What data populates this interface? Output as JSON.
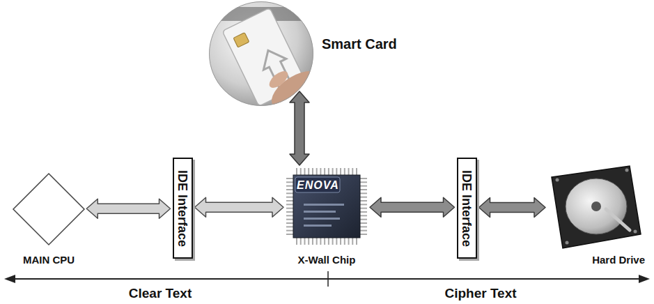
{
  "diagram": {
    "nodes": [
      {
        "text": [
          "Smart Card"
        ]
      },
      {
        "text": [
          "MAIN CPU"
        ]
      },
      {
        "text": [
          "IDE Interface"
        ]
      },
      {
        "text": [
          "X-Wall Chip"
        ]
      },
      {
        "text": [
          "IDE Interface"
        ]
      },
      {
        "text": [
          "Hard Drive"
        ]
      }
    ],
    "edges": [
      {
        "from": 1,
        "to": 2,
        "arrow": "both"
      },
      {
        "from": 2,
        "to": 3,
        "arrow": "both"
      },
      {
        "from": 0,
        "to": 3,
        "arrow": "both"
      },
      {
        "from": 3,
        "to": 4,
        "arrow": "both"
      },
      {
        "from": 4,
        "to": 5,
        "arrow": "both"
      }
    ],
    "labels": [
      "Clear Text",
      "Cipher Text",
      "ENOVA"
    ]
  }
}
